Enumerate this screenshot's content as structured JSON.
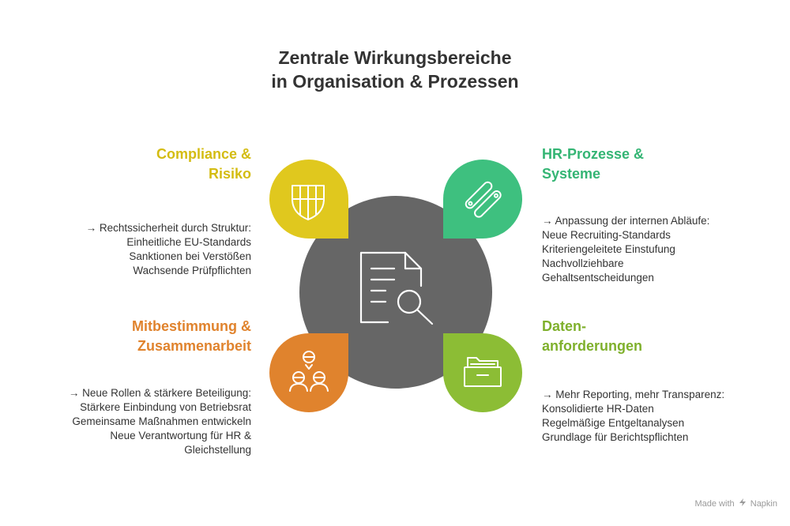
{
  "title": {
    "line1": "Zentrale Wirkungsbereiche",
    "line2": "in Organisation & Prozessen"
  },
  "quadrants": {
    "top_left": {
      "heading": [
        "Compliance &",
        "Risiko"
      ],
      "lines": [
        "→ Rechtssicherheit durch Struktur:",
        "Einheitliche EU-Standards",
        "Sanktionen bei Verstößen",
        "Wachsende Prüfpflichten"
      ],
      "color": "#e0c81e",
      "icon": "shield-icon"
    },
    "top_right": {
      "heading": [
        "HR-Prozesse &",
        "Systeme"
      ],
      "lines": [
        "→ Anpassung der internen Abläufe:",
        "Neue Recruiting-Standards",
        "Kriteriengeleitete Einstufung",
        "Nachvollziehbare",
        "Gehaltsentscheidungen"
      ],
      "color": "#3ec07f",
      "icon": "tools-icon"
    },
    "bottom_left": {
      "heading": [
        "Mitbestimmung &",
        "Zusammenarbeit"
      ],
      "lines": [
        "→ Neue Rollen & stärkere Beteiligung:",
        "Stärkere Einbindung von Betriebsrat",
        "Gemeinsame Maßnahmen entwickeln",
        "Neue Verantwortung für HR &",
        "Gleichstellung"
      ],
      "color": "#e0832d",
      "icon": "team-icon"
    },
    "bottom_right": {
      "heading": [
        "Daten-",
        "anforderungen"
      ],
      "lines": [
        "→ Mehr Reporting, mehr Transparenz:",
        "Konsolidierte HR-Daten",
        "Regelmäßige Entgeltanalysen",
        "Grundlage für Berichtspflichten"
      ],
      "color": "#8cbd35",
      "icon": "file-box-icon"
    }
  },
  "center": {
    "color": "#666666",
    "icon": "document-search-icon"
  },
  "footer": {
    "made_with": "Made with",
    "brand": "Napkin"
  }
}
